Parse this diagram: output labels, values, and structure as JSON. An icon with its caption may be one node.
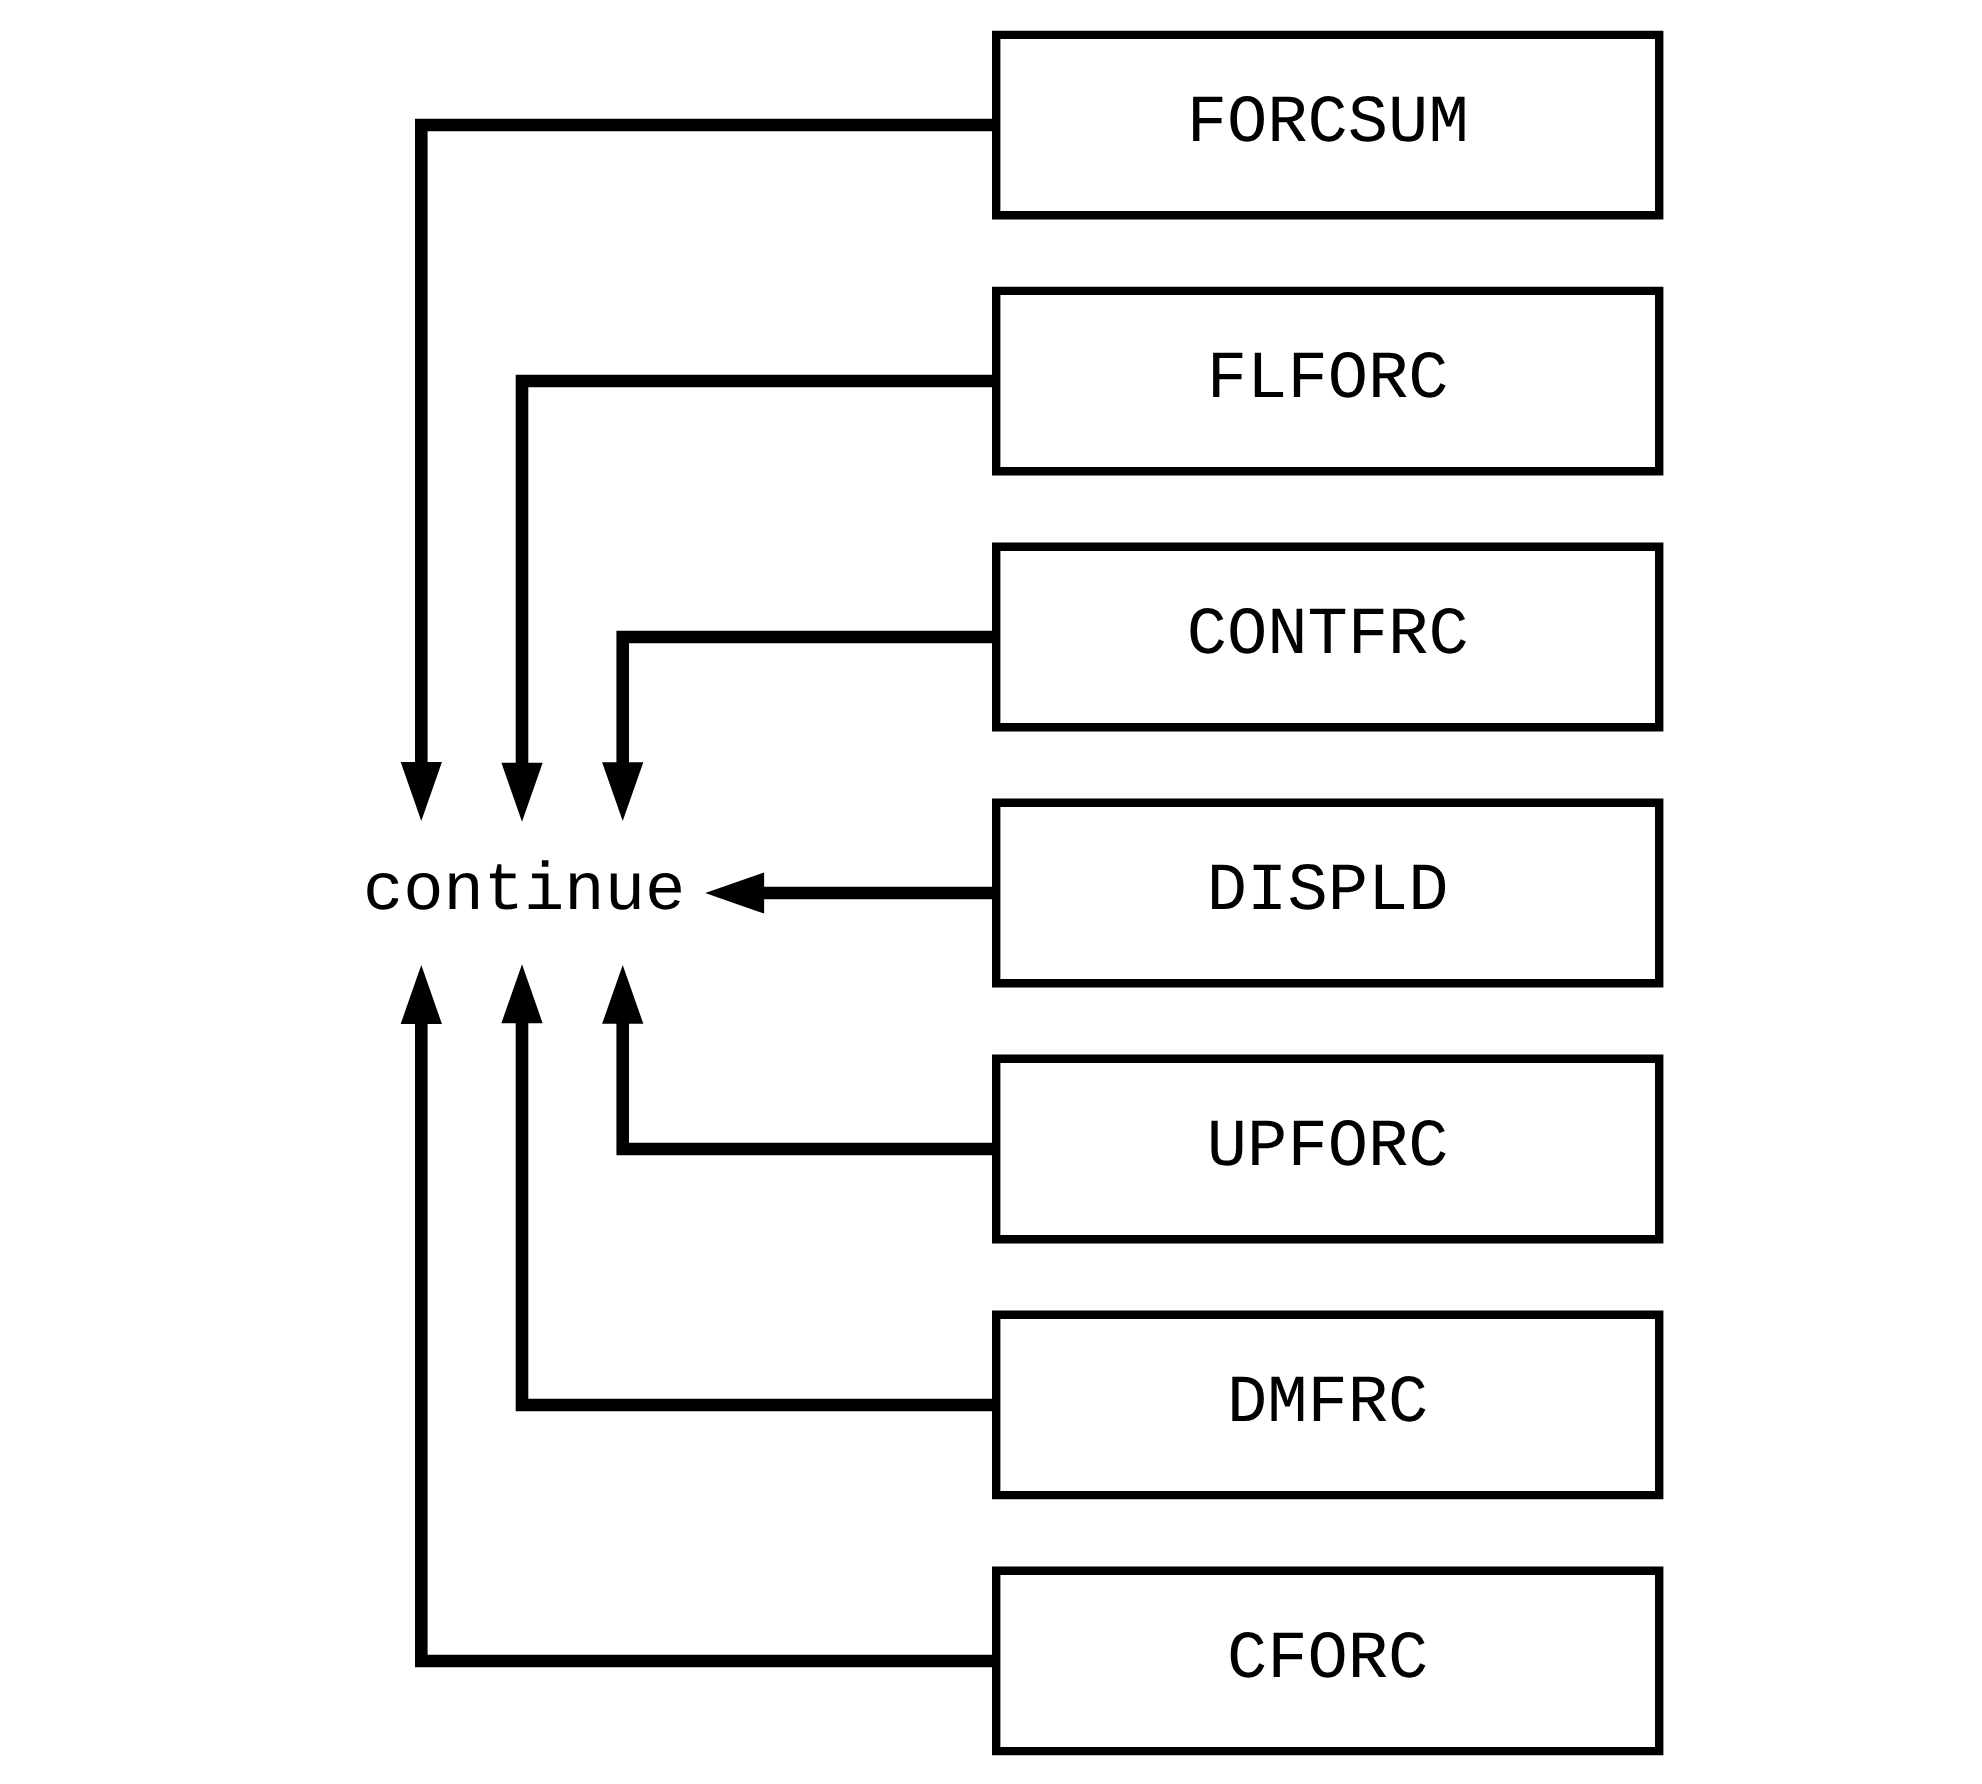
{
  "diagram": {
    "nodes": [
      {
        "text": [
          "continue"
        ]
      },
      {
        "text": [
          "FORCSUM"
        ]
      },
      {
        "text": [
          "FLFORC"
        ]
      },
      {
        "text": [
          "CONTFRC"
        ]
      },
      {
        "text": [
          "DISPLD"
        ]
      },
      {
        "text": [
          "UPFORC"
        ]
      },
      {
        "text": [
          "DMFRC"
        ]
      },
      {
        "text": [
          "CFORC"
        ]
      }
    ],
    "edges": [
      {
        "from": 1,
        "to": 0,
        "arrow": "to"
      },
      {
        "from": 2,
        "to": 0,
        "arrow": "to"
      },
      {
        "from": 3,
        "to": 0,
        "arrow": "to"
      },
      {
        "from": 4,
        "to": 0,
        "arrow": "to"
      },
      {
        "from": 5,
        "to": 0,
        "arrow": "to"
      },
      {
        "from": 6,
        "to": 0,
        "arrow": "to"
      },
      {
        "from": 7,
        "to": 0,
        "arrow": "to"
      }
    ]
  }
}
